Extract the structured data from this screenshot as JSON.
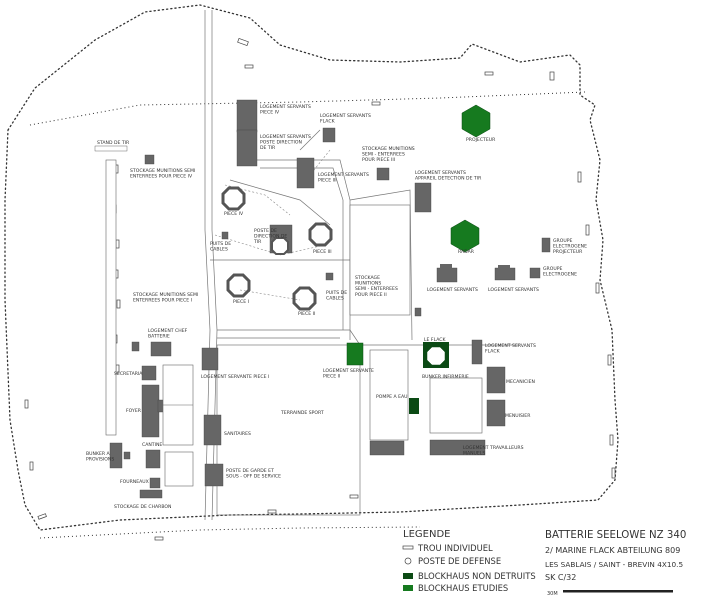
{
  "legend": {
    "heading": "LEGENDE",
    "items": [
      {
        "symbol": "trou",
        "label": "TROU INDIVIDUEL"
      },
      {
        "symbol": "poste",
        "label": "POSTE DE DEFENSE"
      },
      {
        "symbol": "blockhaus-non-detruit",
        "label": "BLOCKHAUS NON DETRUITS"
      },
      {
        "symbol": "blockhaus-etudie",
        "label": "BLOCKHAUS ETUDIES"
      }
    ]
  },
  "title_block": {
    "line1": "BATTERIE SEELOWE NZ 340",
    "line2": "2/ MARINE FLACK ABTEILUNG 809",
    "line3": "LES SABLAIS / SAINT - BREVIN 4X10.5",
    "line4": "SK C/32",
    "scale_label": "30M"
  },
  "colors": {
    "building": "#666666",
    "blockhaus_non_detruit": "#0b4a14",
    "blockhaus_etudie": "#167a1f",
    "line": "#555555"
  },
  "labels": [
    {
      "key": "stand-de-tir",
      "lines": [
        "STAND DE TIR"
      ]
    },
    {
      "key": "stockage-munitions-iv",
      "lines": [
        "STOCKAGE MUNITIONS SEMI",
        "ENTERREES POUR PIECE IV"
      ]
    },
    {
      "key": "stockage-munitions-i",
      "lines": [
        "STOCKAGE MUNITIONS SEMI",
        "ENTERREES POUR PIECE I"
      ]
    },
    {
      "key": "logement-chef-batterie",
      "lines": [
        "LOGEMENT CHEF",
        "BATTERIE"
      ]
    },
    {
      "key": "secretaria",
      "lines": [
        "SECRETARIA"
      ]
    },
    {
      "key": "foyer",
      "lines": [
        "FOYER"
      ]
    },
    {
      "key": "cantine",
      "lines": [
        "CANTINE"
      ]
    },
    {
      "key": "bunker-provisions",
      "lines": [
        "BUNKER A",
        "PROVISIONS"
      ]
    },
    {
      "key": "fourneaux",
      "lines": [
        "FOURNEAUX"
      ]
    },
    {
      "key": "stockage-charbon",
      "lines": [
        "STOCKAGE DE CHARBON"
      ]
    },
    {
      "key": "logement-servants-iv",
      "lines": [
        "LOGEMENT SERVANTS",
        "PIECE IV"
      ]
    },
    {
      "key": "logement-servants-direction",
      "lines": [
        "LOGEMENT SERVANTS",
        "POSTE DIRECTION",
        "DE TIR"
      ]
    },
    {
      "key": "logement-servants-flack-top",
      "lines": [
        "LOGEMENT SERVANTS",
        "FLACK"
      ]
    },
    {
      "key": "stockage-munitions-iii",
      "lines": [
        "STOCKAGE MUNITIONS",
        "SEMI - ENTERREES",
        "POUR PIECE III"
      ]
    },
    {
      "key": "logement-servants-iii",
      "lines": [
        "LOGEMENT SERVANTS",
        "PIECE III"
      ]
    },
    {
      "key": "logement-servants-appareil",
      "lines": [
        "LOGEMENT SERVANTS",
        "APPAREIL DETECTION DE TIR"
      ]
    },
    {
      "key": "projecteur",
      "lines": [
        "PROJECTEUR"
      ]
    },
    {
      "key": "piece-iv",
      "lines": [
        "PIECE IV"
      ]
    },
    {
      "key": "poste-direction",
      "lines": [
        "POSTE DE",
        "DIRECTION DE",
        "TIR"
      ]
    },
    {
      "key": "puits-cables-1",
      "lines": [
        "PUITS DE",
        "CABLES"
      ]
    },
    {
      "key": "piece-iii",
      "lines": [
        "PIECE III"
      ]
    },
    {
      "key": "piece-i",
      "lines": [
        "PIECE I"
      ]
    },
    {
      "key": "piece-ii",
      "lines": [
        "PIECE II"
      ]
    },
    {
      "key": "puits-cables-2",
      "lines": [
        "PUITS DE",
        "CABLES"
      ]
    },
    {
      "key": "stockage-munitions-ii",
      "lines": [
        "STOCKAGE",
        "MUNITIONS",
        "SEMI - ENTERREES",
        "POUR PIECE II"
      ]
    },
    {
      "key": "radar",
      "lines": [
        "RADAR"
      ]
    },
    {
      "key": "groupe-electrogene-projecteur",
      "lines": [
        "GROUPE",
        "ELECTROGENE",
        "PROJECTEUR"
      ]
    },
    {
      "key": "groupe-electrogene",
      "lines": [
        "GROUPE",
        "ELECTROGENE"
      ]
    },
    {
      "key": "logement-servants-1",
      "lines": [
        "LOGEMENT SERVANTS"
      ]
    },
    {
      "key": "logement-servants-2",
      "lines": [
        "LOGEMENT SERVANTS"
      ]
    },
    {
      "key": "le-flack",
      "lines": [
        "LE FLACK"
      ]
    },
    {
      "key": "logement-servants-flack",
      "lines": [
        "LOGEMENT SERVANTS",
        "FLACK"
      ]
    },
    {
      "key": "logement-servante-piece-i",
      "lines": [
        "LOGEMENT SERVANTE PIECE I"
      ]
    },
    {
      "key": "logement-servante-piece-ii",
      "lines": [
        "LOGEMENT SERVANTE",
        "PIECE II"
      ]
    },
    {
      "key": "bunker-infirmerie",
      "lines": [
        "BUNKER INFIRMERIE"
      ]
    },
    {
      "key": "mecanicien",
      "lines": [
        "MECANICIEN"
      ]
    },
    {
      "key": "terrain-sport",
      "lines": [
        "TERRAINDE SPORT"
      ]
    },
    {
      "key": "pompe-eau",
      "lines": [
        "POMPE A EAU"
      ]
    },
    {
      "key": "menuisier",
      "lines": [
        "MENUISIER"
      ]
    },
    {
      "key": "sanitaires",
      "lines": [
        "SANITAIRES"
      ]
    },
    {
      "key": "logement-travailleurs",
      "lines": [
        "LOGEMENT TRAVAILLEURS",
        "MANUELS"
      ]
    },
    {
      "key": "poste-garde",
      "lines": [
        "POSTE DE GARDE ET",
        "SOUS - OFF DE SERVICE"
      ]
    }
  ]
}
